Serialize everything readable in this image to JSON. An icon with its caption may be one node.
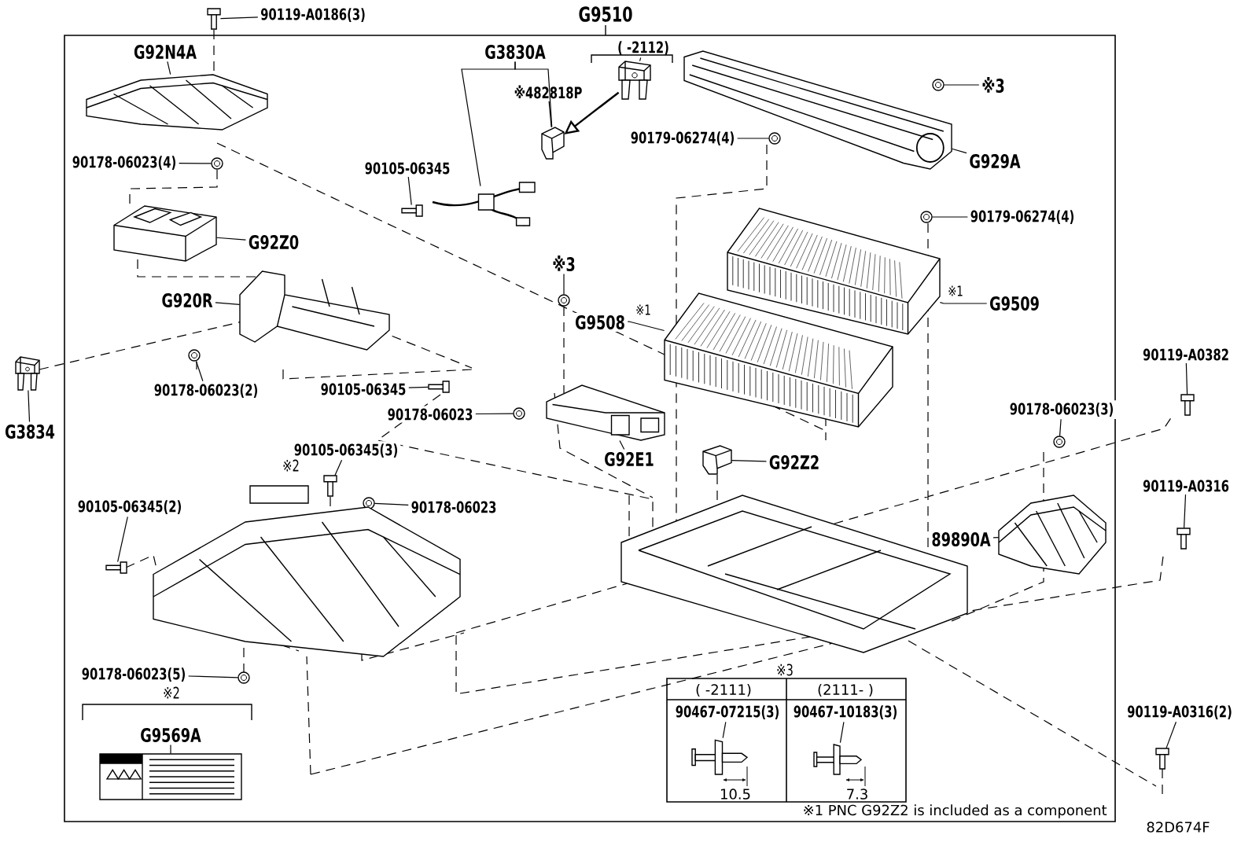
{
  "diagram": {
    "nodes": [
      {
        "text": [
          "G9510"
        ]
      },
      {
        "text": [
          "90119-A0186(3)"
        ]
      },
      {
        "text": [],
        "shape": "picture"
      },
      {
        "text": [
          "G92N4A"
        ],
        "in": 0
      },
      {
        "text": [],
        "shape": "picture",
        "in": 0
      },
      {
        "text": [
          "90178-06023(4)"
        ],
        "in": 0
      },
      {
        "text": [],
        "shape": "picture",
        "in": 0
      },
      {
        "text": [
          "G92Z0"
        ],
        "in": 0
      },
      {
        "text": [],
        "shape": "picture",
        "in": 0
      },
      {
        "text": [
          "G920R"
        ],
        "in": 0
      },
      {
        "text": [],
        "shape": "picture",
        "in": 0
      },
      {
        "text": [
          "90178-06023(2)"
        ],
        "in": 0
      },
      {
        "text": [],
        "shape": "picture",
        "in": 0
      },
      {
        "text": [
          "90105-06345"
        ],
        "in": 0
      },
      {
        "text": [],
        "shape": "picture",
        "in": 0
      },
      {
        "text": [
          "90178-06023"
        ],
        "in": 0
      },
      {
        "text": [],
        "shape": "picture",
        "in": 0
      },
      {
        "text": [
          "G3834"
        ]
      },
      {
        "text": [],
        "shape": "picture"
      },
      {
        "text": [
          "G3830A"
        ],
        "in": 0
      },
      {
        "text": [],
        "shape": "picture",
        "in": 0
      },
      {
        "text": [
          "※482818P"
        ],
        "in": 0
      },
      {
        "text": [],
        "shape": "picture",
        "in": 0
      },
      {
        "text": [
          "( -2112)"
        ],
        "in": 0
      },
      {
        "text": [],
        "shape": "picture",
        "in": 0
      },
      {
        "text": [
          "90105-06345"
        ],
        "in": 0
      },
      {
        "text": [],
        "shape": "picture",
        "in": 0
      },
      {
        "text": [
          "90179-06274(4)"
        ],
        "in": 0
      },
      {
        "text": [],
        "shape": "picture",
        "in": 0
      },
      {
        "text": [
          "※3"
        ],
        "in": 0
      },
      {
        "text": [],
        "shape": "picture",
        "in": 0
      },
      {
        "text": [
          "G929A"
        ],
        "in": 0
      },
      {
        "text": [],
        "shape": "picture",
        "in": 0
      },
      {
        "text": [
          "90179-06274(4)"
        ],
        "in": 0
      },
      {
        "text": [],
        "shape": "picture",
        "in": 0
      },
      {
        "text": [
          "※3"
        ],
        "in": 0
      },
      {
        "text": [],
        "shape": "picture",
        "in": 0
      },
      {
        "text": [
          "G9508"
        ],
        "beside": [
          "※1"
        ],
        "in": 0
      },
      {
        "text": [],
        "shape": "picture",
        "in": 0
      },
      {
        "text": [
          "G9509"
        ],
        "beside": [
          "※1"
        ],
        "in": 0
      },
      {
        "text": [],
        "shape": "picture",
        "in": 0
      },
      {
        "text": [
          "90119-A0382"
        ]
      },
      {
        "text": [],
        "shape": "picture"
      },
      {
        "text": [
          "90178-06023(3)"
        ],
        "in": 0
      },
      {
        "text": [],
        "shape": "picture",
        "in": 0
      },
      {
        "text": [
          "G92E1"
        ],
        "in": 0
      },
      {
        "text": [],
        "shape": "picture",
        "in": 0
      },
      {
        "text": [
          "G92Z2"
        ],
        "in": 0
      },
      {
        "text": [],
        "shape": "picture",
        "in": 0
      },
      {
        "text": [
          "90119-A0316"
        ]
      },
      {
        "text": [],
        "shape": "picture"
      },
      {
        "text": [
          "89890A"
        ],
        "in": 0
      },
      {
        "text": [],
        "shape": "picture",
        "in": 0
      },
      {
        "text": [
          "90105-06345(3)"
        ],
        "in": 0
      },
      {
        "text": [],
        "shape": "picture",
        "in": 0
      },
      {
        "text": [
          "90178-06023"
        ],
        "in": 0
      },
      {
        "text": [],
        "shape": "picture",
        "in": 0
      },
      {
        "text": [
          "90105-06345(2)"
        ],
        "in": 0
      },
      {
        "text": [],
        "shape": "picture",
        "in": 0
      },
      {
        "text": [
          "90178-06023(5)"
        ],
        "in": 0
      },
      {
        "text": [],
        "shape": "picture",
        "in": 0
      },
      {
        "text": [
          "G9569A"
        ],
        "in": 0
      },
      {
        "text": [],
        "shape": "picture",
        "in": 0
      },
      {
        "text": [],
        "shape": "picture",
        "in": 0
      },
      {
        "text": [],
        "shape": "picture",
        "in": 0
      },
      {
        "text": [
          "90467-07215(3)"
        ],
        "in": 0
      },
      {
        "text": [],
        "shape": "picture",
        "in": 0
      },
      {
        "text": [
          "90467-10183(3)"
        ],
        "in": 0
      },
      {
        "text": [],
        "shape": "picture",
        "in": 0
      },
      {
        "text": [
          "90119-A0316(2)"
        ]
      },
      {
        "text": [],
        "shape": "picture"
      }
    ],
    "edges": [
      {
        "from": 1,
        "to": 2,
        "arrow": "none"
      },
      {
        "from": 3,
        "to": 4,
        "arrow": "none"
      },
      {
        "from": 5,
        "to": 6,
        "arrow": "none"
      },
      {
        "from": 7,
        "to": 8,
        "arrow": "none"
      },
      {
        "from": 9,
        "to": 10,
        "arrow": "none"
      },
      {
        "from": 11,
        "to": 12,
        "arrow": "none"
      },
      {
        "from": 13,
        "to": 14,
        "arrow": "none"
      },
      {
        "from": 15,
        "to": 16,
        "arrow": "none"
      },
      {
        "from": 17,
        "to": 18,
        "arrow": "none"
      },
      {
        "from": 19,
        "to": 20,
        "arrow": "none"
      },
      {
        "from": 19,
        "to": 22,
        "arrow": "none"
      },
      {
        "from": 21,
        "to": 22,
        "arrow": "none"
      },
      {
        "from": 23,
        "to": 24,
        "arrow": "none"
      },
      {
        "from": 24,
        "to": 22,
        "arrow": "to"
      },
      {
        "from": 25,
        "to": 26,
        "arrow": "none"
      },
      {
        "from": 27,
        "to": 28,
        "arrow": "none"
      },
      {
        "from": 29,
        "to": 30,
        "arrow": "none"
      },
      {
        "from": 31,
        "to": 32,
        "arrow": "none"
      },
      {
        "from": 33,
        "to": 34,
        "arrow": "none"
      },
      {
        "from": 35,
        "to": 36,
        "arrow": "none"
      },
      {
        "from": 37,
        "to": 38,
        "arrow": "none"
      },
      {
        "from": 39,
        "to": 40,
        "arrow": "none"
      },
      {
        "from": 41,
        "to": 42,
        "arrow": "none"
      },
      {
        "from": 43,
        "to": 44,
        "arrow": "none"
      },
      {
        "from": 45,
        "to": 46,
        "arrow": "none"
      },
      {
        "from": 47,
        "to": 48,
        "arrow": "none"
      },
      {
        "from": 49,
        "to": 50,
        "arrow": "none"
      },
      {
        "from": 51,
        "to": 52,
        "arrow": "none"
      },
      {
        "from": 53,
        "to": 54,
        "arrow": "none"
      },
      {
        "from": 55,
        "to": 56,
        "arrow": "none"
      },
      {
        "from": 57,
        "to": 58,
        "arrow": "none"
      },
      {
        "from": 59,
        "to": 60,
        "arrow": "none"
      },
      {
        "from": 61,
        "to": 62,
        "arrow": "none"
      },
      {
        "from": 65,
        "to": 66,
        "arrow": "none"
      },
      {
        "from": 67,
        "to": 68,
        "arrow": "none"
      },
      {
        "from": 69,
        "to": 70,
        "arrow": "none"
      }
    ],
    "labels": [
      "※2",
      "※2",
      "※3",
      "( -2111)",
      "(2111- )",
      "10.5",
      "7.3",
      "※1 PNC G92Z2 is included as a component",
      "82D674F"
    ]
  }
}
